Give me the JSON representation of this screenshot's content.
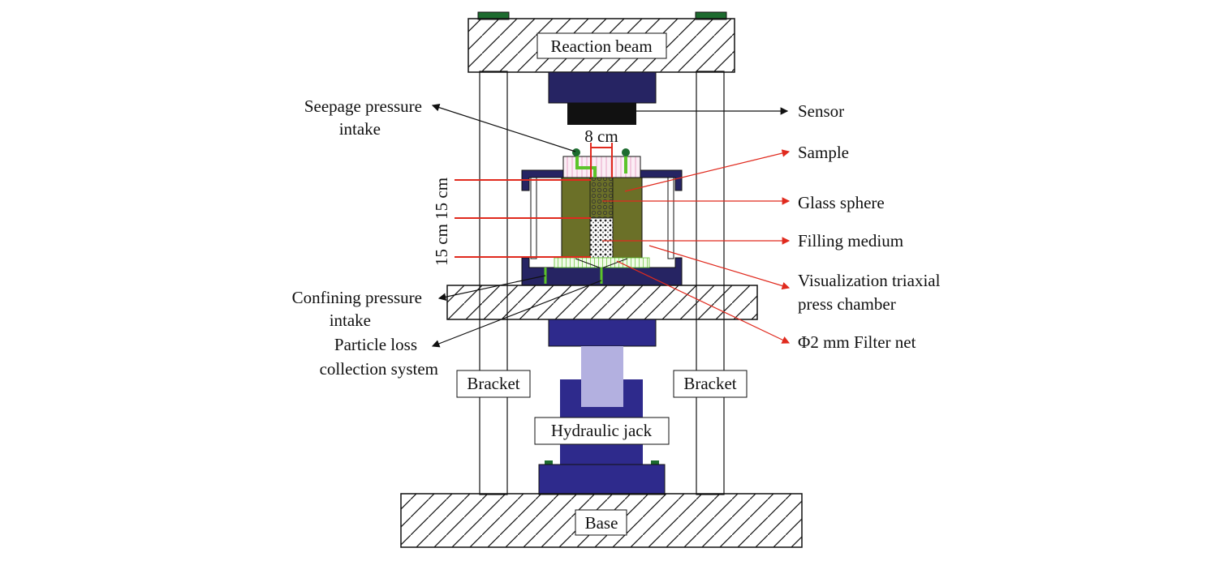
{
  "labels": {
    "reaction_beam": "Reaction beam",
    "sensor": "Sensor",
    "seepage_line1": "Seepage pressure",
    "seepage_line2": "intake",
    "dim_width": "8 cm",
    "dim_height": "15 cm 15 cm",
    "dim_height_lower": "15 cm",
    "sample": "Sample",
    "glass_sphere": "Glass sphere",
    "filling_medium": "Filling medium",
    "chamber_line1": "Visualization triaxial",
    "chamber_line2": "press chamber",
    "confining_line1": "Confining pressure",
    "confining_line2": "intake",
    "particle_line1": "Particle loss",
    "particle_line2": "collection system",
    "filter_net": "Φ2 mm Filter net",
    "bracket_left": "Bracket",
    "bracket_right": "Bracket",
    "hydraulic_jack": "Hydraulic jack",
    "base": "Base"
  },
  "colors": {
    "navy": "#262463",
    "royal": "#2e2a8c",
    "lavender": "#b3b0e0",
    "olive": "#6b7028",
    "green": "#5cc42a",
    "dark_green": "#1d6b2f",
    "red": "#e02a1e",
    "black": "#111111"
  }
}
